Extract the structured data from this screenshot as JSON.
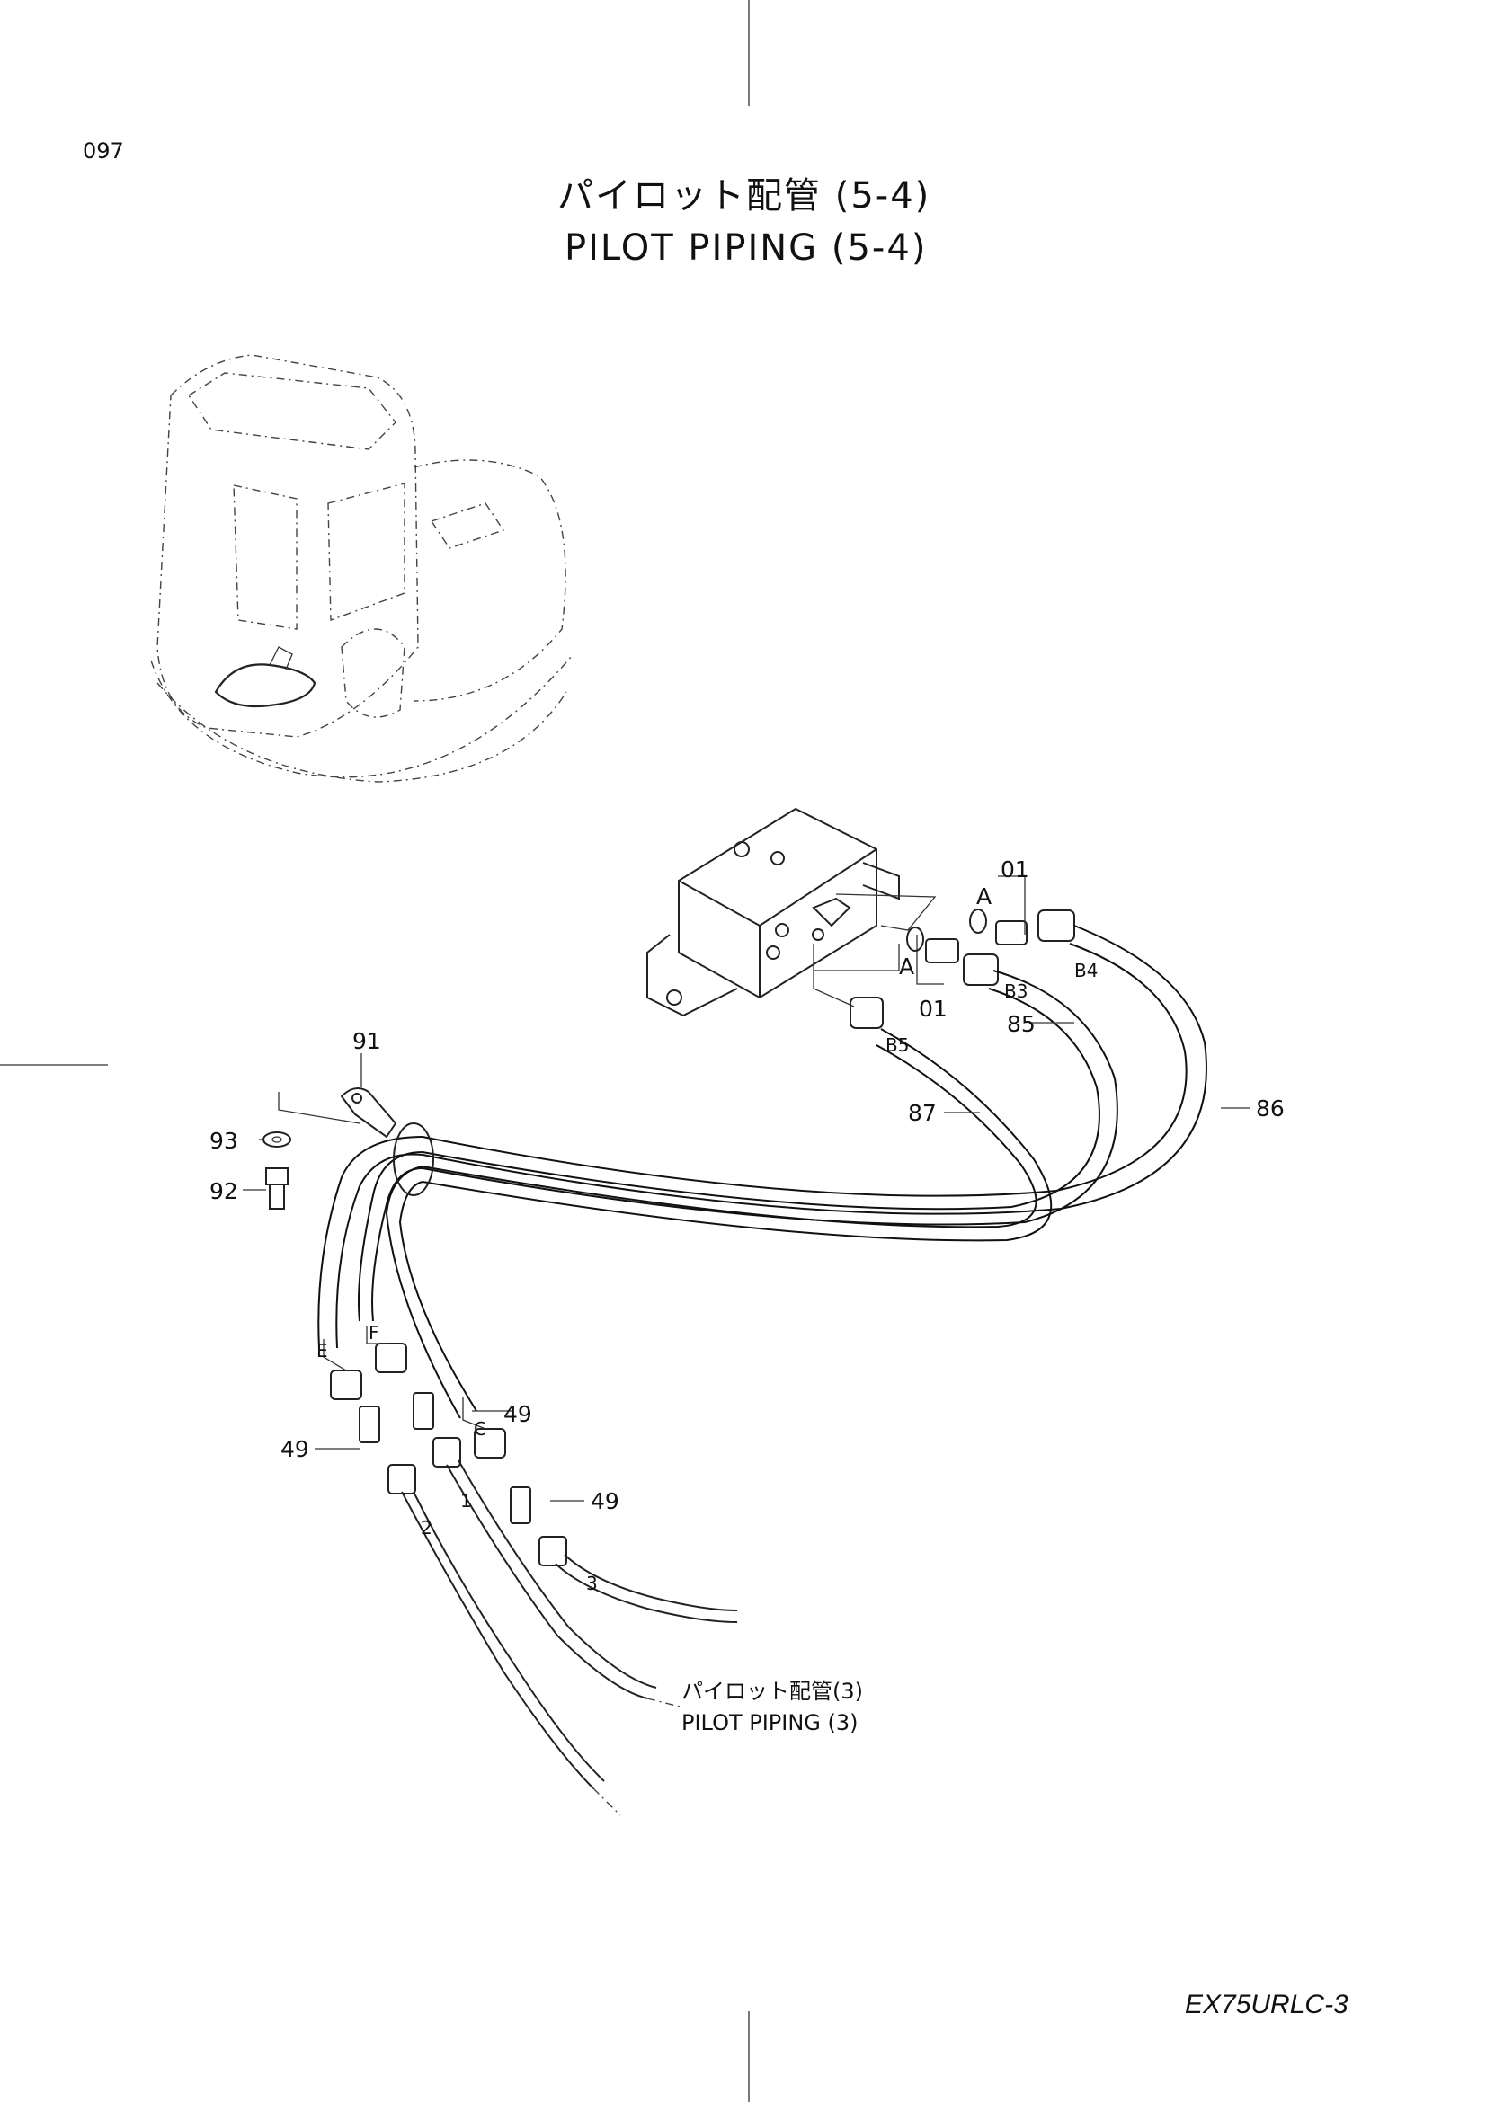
{
  "page": {
    "number": "097",
    "model": "EX75URLC-3"
  },
  "title": {
    "jp": "パイロット配管 (5-4)",
    "en": "PILOT  PIPING  (5-4)"
  },
  "reference": {
    "jp": "パイロット配管(3)",
    "en": "PILOT  PIPING (3)"
  },
  "callouts": {
    "c01_top": "01",
    "c01_bottom": "01",
    "cA_top": "A",
    "cA_bottom": "A",
    "cB3": "B3",
    "cB4": "B4",
    "cB5": "B5",
    "c85": "85",
    "c86": "86",
    "c87": "87",
    "c91": "91",
    "c92": "92",
    "c93": "93",
    "c49_a": "49",
    "c49_b": "49",
    "c49_c": "49",
    "cE": "E",
    "cF": "F",
    "cC": "C",
    "c1": "1",
    "c2": "2",
    "c3": "3"
  }
}
